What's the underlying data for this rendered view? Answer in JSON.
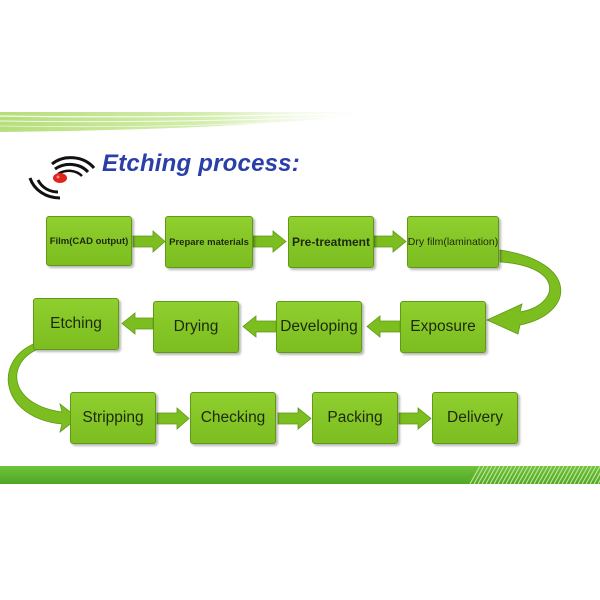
{
  "title": "Etching process:",
  "colors": {
    "box_fill": "#84c426",
    "box_border": "#5f9a16",
    "arrow_fill": "#7cbd20",
    "title": "#2a3fa8",
    "band_light": "#c9e79a",
    "band_dark": "#5fb52a",
    "icon_dot": "#e0231c"
  },
  "steps": [
    {
      "id": "film",
      "label": "Film(CAD output)"
    },
    {
      "id": "prepare",
      "label": "Prepare materials"
    },
    {
      "id": "pretreatment",
      "label": "Pre-treatment"
    },
    {
      "id": "dryfilm",
      "label": "Dry film(lamination)"
    },
    {
      "id": "exposure",
      "label": "Exposure"
    },
    {
      "id": "developing",
      "label": "Developing"
    },
    {
      "id": "drying",
      "label": "Drying"
    },
    {
      "id": "etching",
      "label": "Etching"
    },
    {
      "id": "stripping",
      "label": "Stripping"
    },
    {
      "id": "checking",
      "label": "Checking"
    },
    {
      "id": "packing",
      "label": "Packing"
    },
    {
      "id": "delivery",
      "label": "Delivery"
    }
  ],
  "icons": {
    "title_icon": "signal-waves-icon"
  }
}
